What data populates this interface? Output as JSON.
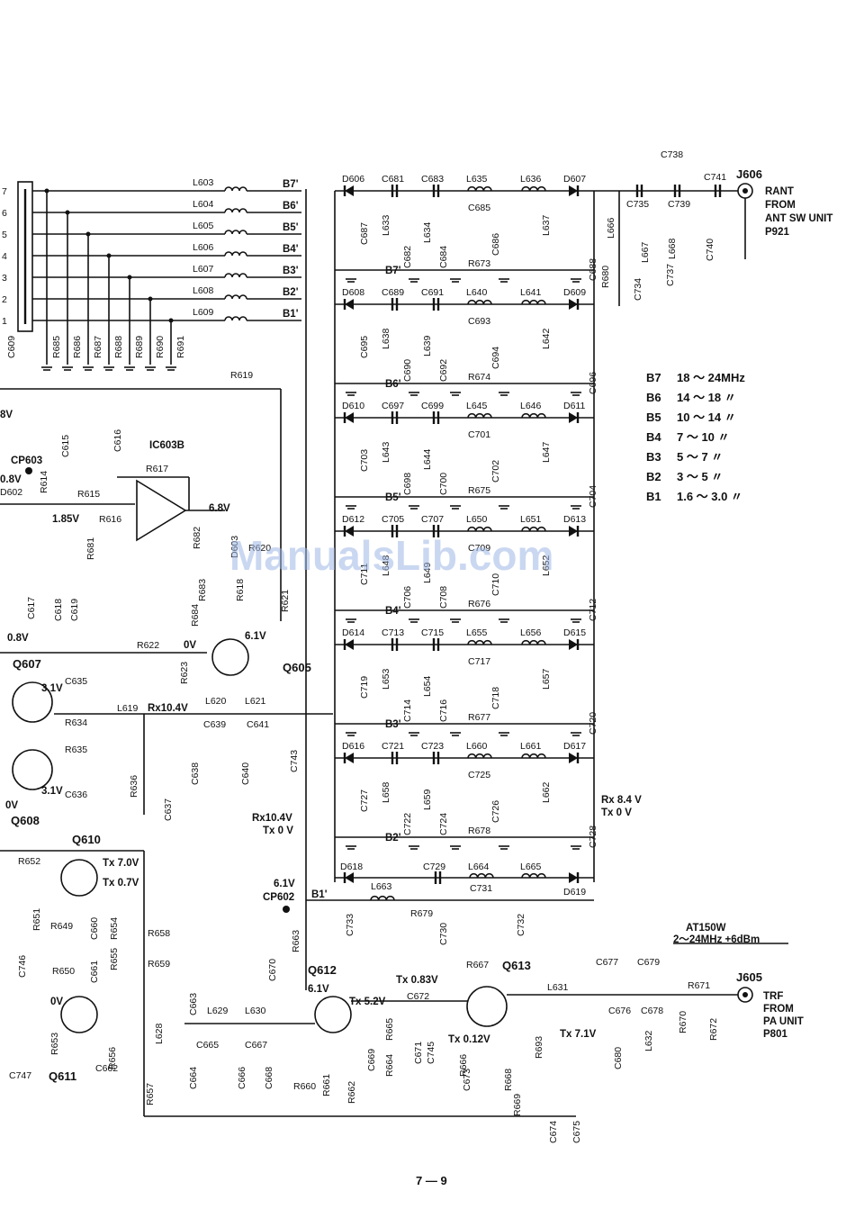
{
  "page": {
    "page_number": "7 — 9",
    "watermark": "ManualsLib.com"
  },
  "connectors": {
    "j606": {
      "ref": "J606",
      "signal": "RANT",
      "from": "FROM",
      "unit": "ANT SW UNIT",
      "pin": "P921"
    },
    "j605": {
      "ref": "J605",
      "signal": "TRF",
      "from": "FROM",
      "unit": "PA UNIT",
      "pin": "P801"
    },
    "cp602": "CP602",
    "cp603": "CP603"
  },
  "note_at150w": {
    "line1": "AT150W",
    "line2": "2〜24MHz +6dBm"
  },
  "bands": [
    {
      "name": "B7",
      "range": "18 〜 24MHz"
    },
    {
      "name": "B6",
      "range": "14 〜 18 〃"
    },
    {
      "name": "B5",
      "range": "10 〜 14 〃"
    },
    {
      "name": "B4",
      "range": "7 〜 10 〃"
    },
    {
      "name": "B3",
      "range": "5 〜 7 〃"
    },
    {
      "name": "B2",
      "range": "3 〜 5 〃"
    },
    {
      "name": "B1",
      "range": "1.6 〜 3.0 〃"
    }
  ],
  "bus": {
    "pins": [
      "7",
      "6",
      "5",
      "4",
      "3",
      "2",
      "1"
    ],
    "chokes": [
      "L603",
      "L604",
      "L605",
      "L606",
      "L607",
      "L608",
      "L609"
    ],
    "lines": [
      "B1'",
      "B2'",
      "B3'",
      "B4'",
      "B5'",
      "B6'",
      "B7'"
    ],
    "resistors": [
      "R685",
      "R686",
      "R687",
      "R688",
      "R689",
      "R690",
      "R691"
    ],
    "cap": "C609"
  },
  "filters": [
    {
      "d_in": "D606",
      "d_out": "D607",
      "caps": [
        "C681",
        "C683",
        "C685",
        "C687",
        "C682",
        "C684",
        "C686",
        "C688"
      ],
      "inds": [
        "L633",
        "L634",
        "L635",
        "L636",
        "L637"
      ],
      "res": "R673",
      "line": "B7'"
    },
    {
      "d_in": "D608",
      "d_out": "D609",
      "caps": [
        "C689",
        "C691",
        "C693",
        "C695",
        "C690",
        "C692",
        "C694",
        "C696"
      ],
      "inds": [
        "L638",
        "L639",
        "L640",
        "L641",
        "L642"
      ],
      "res": "R674",
      "line": "B6'"
    },
    {
      "d_in": "D610",
      "d_out": "D611",
      "caps": [
        "C697",
        "C699",
        "C701",
        "C703",
        "C698",
        "C700",
        "C702",
        "C704"
      ],
      "inds": [
        "L643",
        "L644",
        "L645",
        "L646",
        "L647"
      ],
      "res": "R675",
      "line": "B5'"
    },
    {
      "d_in": "D612",
      "d_out": "D613",
      "caps": [
        "C705",
        "C707",
        "C709",
        "C711",
        "C706",
        "C708",
        "C710",
        "C712"
      ],
      "inds": [
        "L648",
        "L649",
        "L650",
        "L651",
        "L652"
      ],
      "res": "R676",
      "line": "B4'"
    },
    {
      "d_in": "D614",
      "d_out": "D615",
      "caps": [
        "C713",
        "C715",
        "C717",
        "C719",
        "C714",
        "C716",
        "C718",
        "C720"
      ],
      "inds": [
        "L653",
        "L654",
        "L655",
        "L656",
        "L657"
      ],
      "res": "R677",
      "line": "B3'"
    },
    {
      "d_in": "D616",
      "d_out": "D617",
      "caps": [
        "C721",
        "C723",
        "C725",
        "C727",
        "C722",
        "C724",
        "C726",
        "C728"
      ],
      "inds": [
        "L658",
        "L659",
        "L660",
        "L661",
        "L662"
      ],
      "res": "R678",
      "line": "B2'"
    }
  ],
  "filter_b1": {
    "d_in": "D618",
    "d_out": "D619",
    "parts": [
      "L663",
      "C729",
      "L664",
      "L665",
      "C731",
      "C733",
      "C730",
      "C732",
      "R679"
    ],
    "line": "B1'"
  },
  "ant_match": [
    "C738",
    "C741",
    "C735",
    "C739",
    "L666",
    "L667",
    "L668",
    "C737",
    "C740",
    "R680",
    "C734"
  ],
  "left_section": {
    "ic": "IC603B",
    "parts": [
      "R617",
      "C615",
      "C616",
      "R614",
      "D602",
      "R615",
      "R616",
      "R681",
      "C617",
      "C618",
      "C619",
      "R682",
      "D603",
      "R683",
      "R684",
      "R618",
      "R620",
      "R621",
      "R619",
      "R622",
      "R623"
    ],
    "voltages": [
      "8V",
      "0.8V",
      "1.85V",
      "6.8V",
      "0.8V",
      "0V",
      "6.1V"
    ],
    "transistors": [
      "Q605",
      "Q607",
      "Q608"
    ]
  },
  "mixer": {
    "parts": [
      "C635",
      "R634",
      "R635",
      "C636",
      "L619",
      "L620",
      "L621",
      "C639",
      "C641",
      "C638",
      "C640",
      "C743",
      "R636",
      "C637"
    ],
    "voltages": [
      "3.1V",
      "3.1V",
      "0V",
      "Rx10.4V"
    ]
  },
  "status_labels": {
    "rx84": "Rx 8.4 V",
    "tx0a": "Tx 0 V",
    "rx104": "Rx10.4V",
    "tx0b": "Tx 0 V",
    "v61": "6.1V"
  },
  "bottom_section": {
    "transistors": [
      "Q610",
      "Q611",
      "Q612",
      "Q613"
    ],
    "parts": [
      "R652",
      "R651",
      "R649",
      "C660",
      "R654",
      "C746",
      "R650",
      "C661",
      "R655",
      "R653",
      "C747",
      "R658",
      "R659",
      "C663",
      "L629",
      "L630",
      "C665",
      "C667",
      "C664",
      "C666",
      "C668",
      "R656",
      "L628",
      "C662",
      "R657",
      "R663",
      "C670",
      "C672",
      "R660",
      "R661",
      "R662",
      "C669",
      "R665",
      "R664",
      "C671",
      "C745",
      "R666",
      "C673",
      "R668",
      "R669",
      "R667",
      "L631",
      "R693",
      "C674",
      "C675",
      "C677",
      "C679",
      "C676",
      "C678",
      "L632",
      "C680",
      "R671",
      "R670",
      "R672"
    ],
    "voltages": [
      "Tx 7.0V",
      "Tx 0.7V",
      "0V",
      "6.1V",
      "Tx 5.2V",
      "Tx 0.83V",
      "Tx 0.12V",
      "Tx 7.1V"
    ]
  }
}
